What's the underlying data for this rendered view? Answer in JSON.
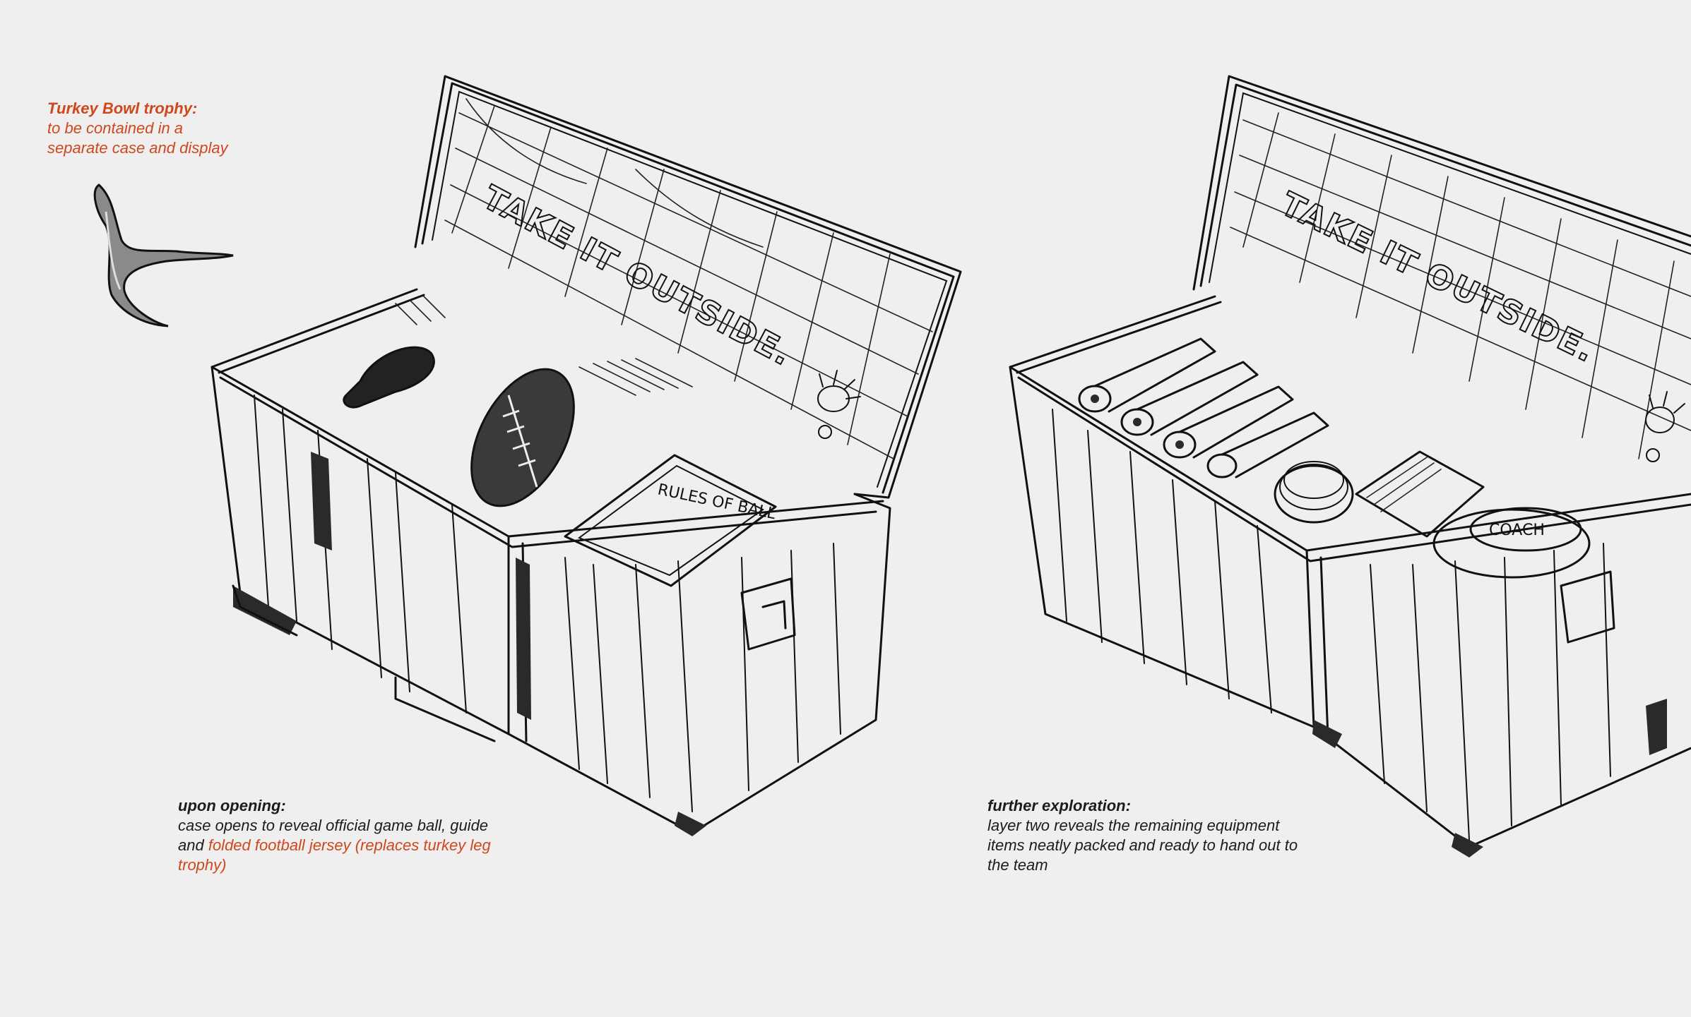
{
  "trophy_note": {
    "title": "Turkey Bowl trophy:",
    "line1": "to be contained in a",
    "line2": "separate case and display"
  },
  "opening_note": {
    "title": "upon opening:",
    "line1": "case opens to reveal official game ball, guide",
    "line2_plain": "and ",
    "line2_highlight": "folded football jersey (replaces turkey leg",
    "line3_highlight": "trophy)"
  },
  "further_note": {
    "title": "further exploration:",
    "line1": "layer two reveals the remaining equipment",
    "line2": "items neatly packed and ready to hand out to",
    "line3": "the team"
  },
  "sketch_left": {
    "lid_text": "TAKE IT OUTSIDE.",
    "book_text": "RULES OF BALL"
  },
  "sketch_right": {
    "lid_text": "TAKE IT OUTSIDE.",
    "cap_text": "COACH"
  },
  "colors": {
    "accent": "#d0471c",
    "ink": "#111111",
    "background": "#efefef"
  },
  "icons": [
    "wishbone-icon",
    "turkey-leg-icon",
    "football-icon",
    "turkey-logo-icon"
  ]
}
